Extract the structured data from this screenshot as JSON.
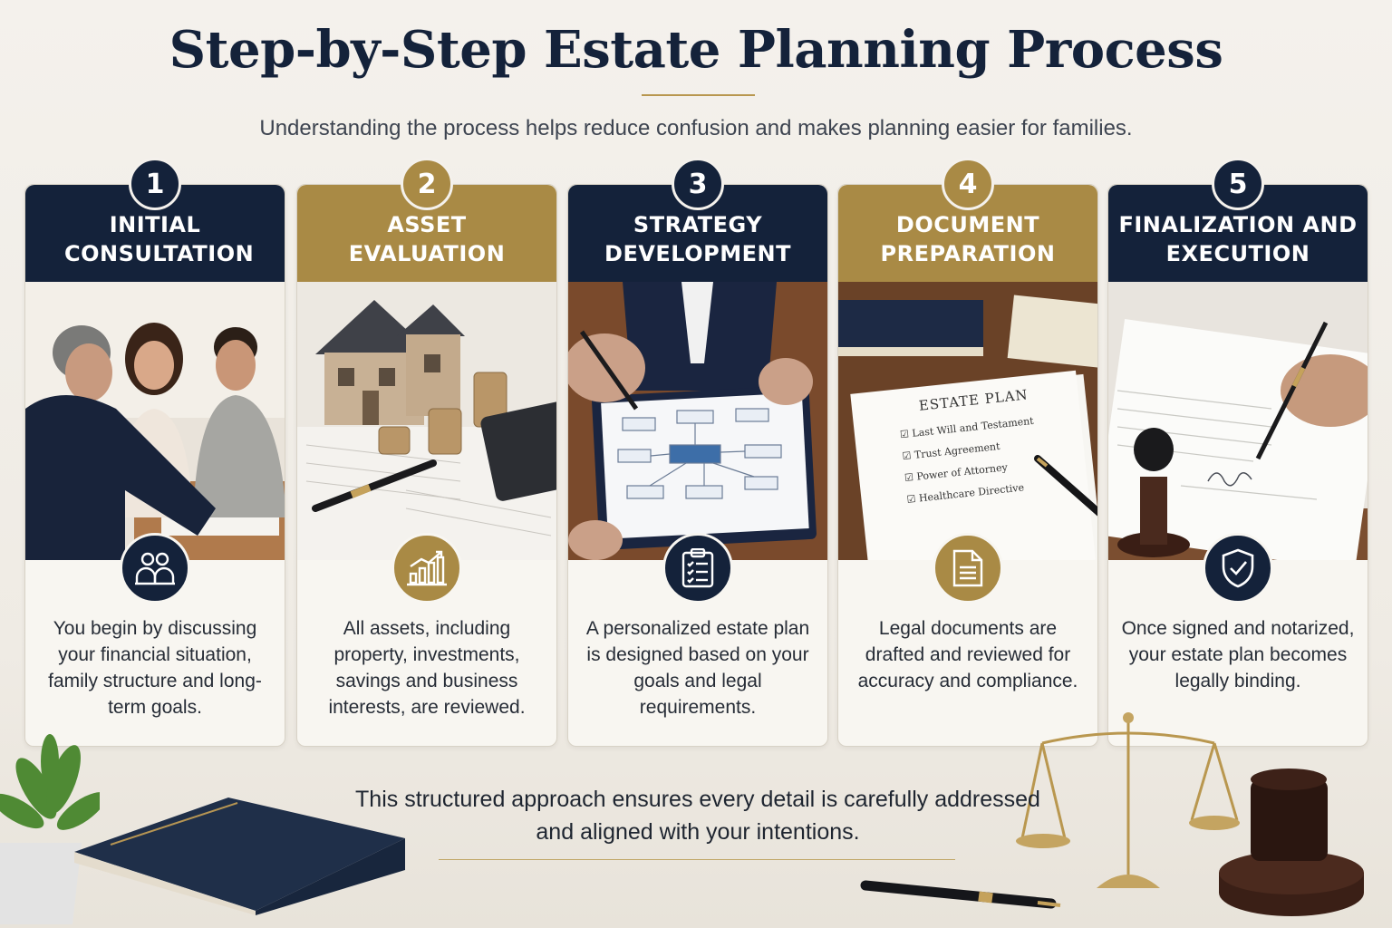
{
  "title": "Step-by-Step Estate Planning Process",
  "subtitle": "Understanding the process helps reduce confusion and makes planning easier for families.",
  "colors": {
    "navy": "#14223a",
    "gold": "#a98a45",
    "background": "#f4f1ec"
  },
  "steps": [
    {
      "number": "1",
      "heading": "INITIAL CONSULTATION",
      "theme": "navy",
      "icon": "people-icon",
      "description": "You begin by discussing your financial situation, family structure and long-term goals."
    },
    {
      "number": "2",
      "heading": "ASSET EVALUATION",
      "theme": "gold",
      "icon": "growth-chart-icon",
      "description": "All assets, including property, investments, savings and business interests, are reviewed."
    },
    {
      "number": "3",
      "heading": "STRATEGY DEVELOPMENT",
      "theme": "navy",
      "icon": "checklist-clipboard-icon",
      "description": "A personalized estate plan is designed based on your goals and legal requirements."
    },
    {
      "number": "4",
      "heading": "DOCUMENT PREPARATION",
      "theme": "gold",
      "icon": "document-icon",
      "description": "Legal documents are drafted and reviewed for accuracy and compliance.",
      "photo_text": {
        "doc_title": "ESTATE PLAN",
        "items": [
          "Last Will and Testament",
          "Trust Agreement",
          "Power of Attorney",
          "Healthcare Directive"
        ]
      }
    },
    {
      "number": "5",
      "heading": "FINALIZATION AND EXECUTION",
      "theme": "navy",
      "icon": "shield-check-icon",
      "description": "Once signed and notarized, your estate plan becomes legally binding."
    }
  ],
  "footer": "This structured approach ensures every detail is carefully addressed and aligned with your intentions."
}
